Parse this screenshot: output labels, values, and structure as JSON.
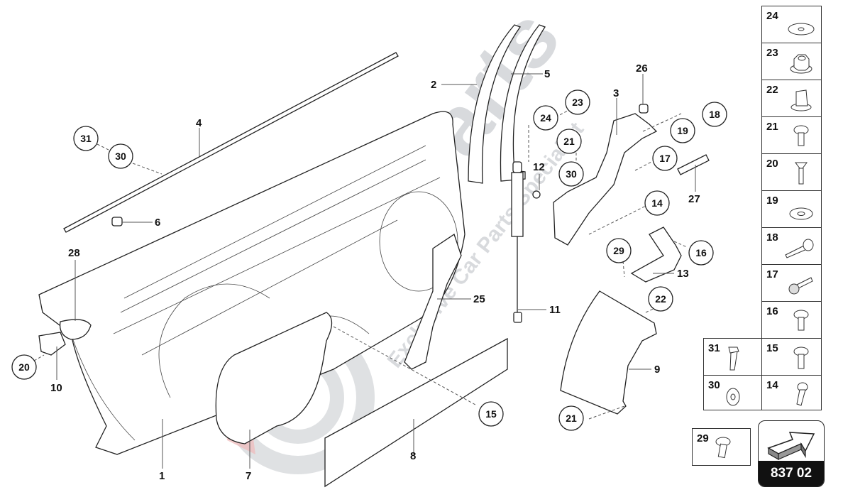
{
  "diagram": {
    "page_number": "837 02",
    "watermark": {
      "brand": "Maxparts",
      "tagline": "Exclusive Car Parts Specialist"
    },
    "callouts_plain": [
      {
        "id": "1",
        "label": "1"
      },
      {
        "id": "2",
        "label": "2"
      },
      {
        "id": "3",
        "label": "3"
      },
      {
        "id": "4",
        "label": "4"
      },
      {
        "id": "5",
        "label": "5"
      },
      {
        "id": "6",
        "label": "6"
      },
      {
        "id": "7",
        "label": "7"
      },
      {
        "id": "8",
        "label": "8"
      },
      {
        "id": "9",
        "label": "9"
      },
      {
        "id": "10",
        "label": "10"
      },
      {
        "id": "11",
        "label": "11"
      },
      {
        "id": "12",
        "label": "12"
      },
      {
        "id": "13",
        "label": "13"
      },
      {
        "id": "25",
        "label": "25"
      },
      {
        "id": "26",
        "label": "26"
      },
      {
        "id": "27",
        "label": "27"
      },
      {
        "id": "28",
        "label": "28"
      }
    ],
    "callouts_circled": [
      {
        "label": "31"
      },
      {
        "label": "30"
      },
      {
        "label": "23"
      },
      {
        "label": "24"
      },
      {
        "label": "21"
      },
      {
        "label": "30"
      },
      {
        "label": "18"
      },
      {
        "label": "19"
      },
      {
        "label": "17"
      },
      {
        "label": "14"
      },
      {
        "label": "29"
      },
      {
        "label": "16"
      },
      {
        "label": "22"
      },
      {
        "label": "21"
      },
      {
        "label": "15"
      },
      {
        "label": "20"
      }
    ]
  },
  "legend": {
    "items": [
      {
        "number": "24",
        "part": "washer"
      },
      {
        "number": "23",
        "part": "flange-nut"
      },
      {
        "number": "22",
        "part": "clip-nut"
      },
      {
        "number": "21",
        "part": "torx-screw"
      },
      {
        "number": "20",
        "part": "countersunk-screw"
      },
      {
        "number": "19",
        "part": "washer"
      },
      {
        "number": "18",
        "part": "bolt"
      },
      {
        "number": "17",
        "part": "bolt-with-washer"
      },
      {
        "number": "16",
        "part": "torx-screw"
      },
      {
        "number": "31",
        "part": "hex-bolt"
      },
      {
        "number": "15",
        "part": "torx-screw"
      },
      {
        "number": "30",
        "part": "washer"
      },
      {
        "number": "14",
        "part": "screw"
      },
      {
        "number": "29",
        "part": "torx-screw"
      }
    ]
  }
}
